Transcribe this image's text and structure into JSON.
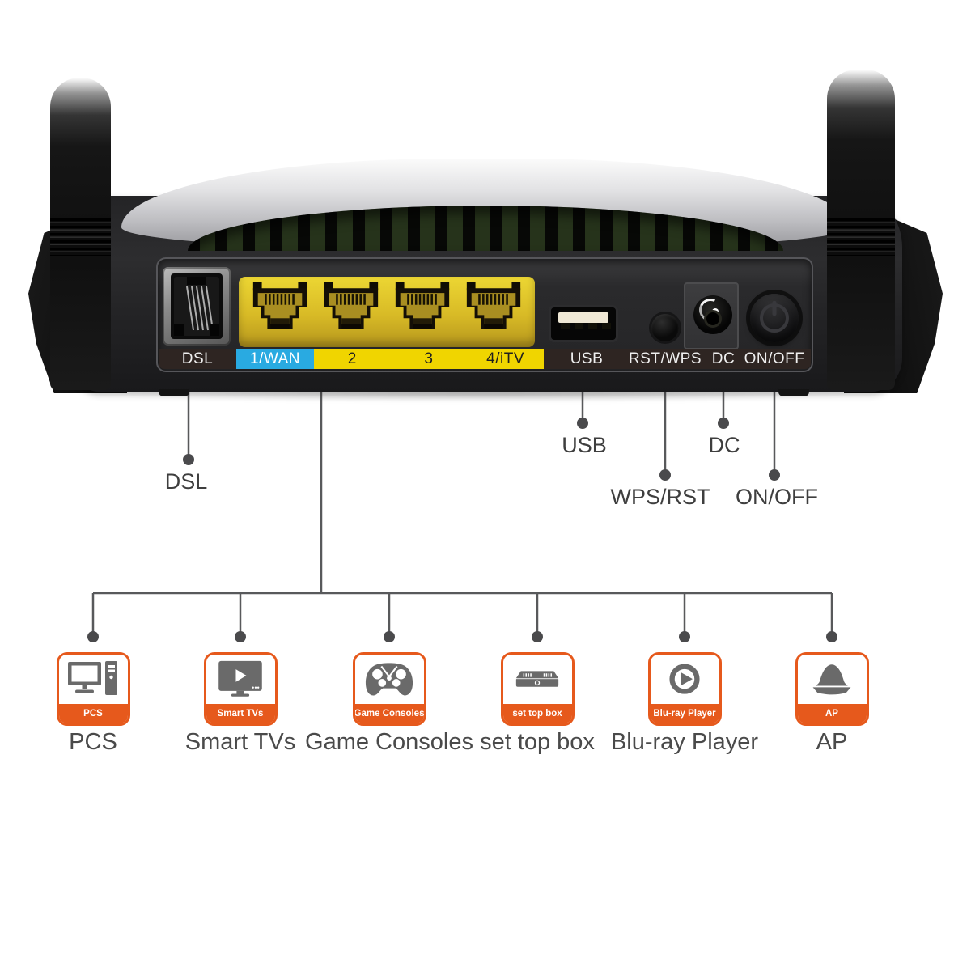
{
  "colors": {
    "accent_orange": "#E6591C",
    "wan_blue": "#29AAE1",
    "lan_yellow": "#F0D500",
    "label_strip_brown": "#2E2522",
    "connector_gray": "#58595B",
    "callout_text": "#3E3E3E"
  },
  "router": {
    "strip_labels": {
      "dsl": "DSL",
      "wan": "1/WAN",
      "lan2": "2",
      "lan3": "3",
      "lan4": "4/iTV",
      "usb": "USB",
      "rst_wps": "RST/WPS",
      "dc": "DC",
      "on_off": "ON/OFF"
    }
  },
  "callouts": {
    "dsl": "DSL",
    "usb": "USB",
    "wps_rst": "WPS/RST",
    "dc": "DC",
    "on_off": "ON/OFF"
  },
  "devices": [
    {
      "icon": "pcs-icon",
      "badge": "PCS",
      "label": "PCS"
    },
    {
      "icon": "smart-tvs-icon",
      "badge": "Smart TVs",
      "label": "Smart TVs"
    },
    {
      "icon": "game-consoles-icon",
      "badge": "Game Consoles",
      "label": "Game Consoles"
    },
    {
      "icon": "set-top-box-icon",
      "badge": "set top box",
      "label": "set top box"
    },
    {
      "icon": "blu-ray-player-icon",
      "badge": "Blu-ray Player",
      "label": "Blu-ray Player"
    },
    {
      "icon": "ap-icon",
      "badge": "AP",
      "label": "AP"
    }
  ]
}
